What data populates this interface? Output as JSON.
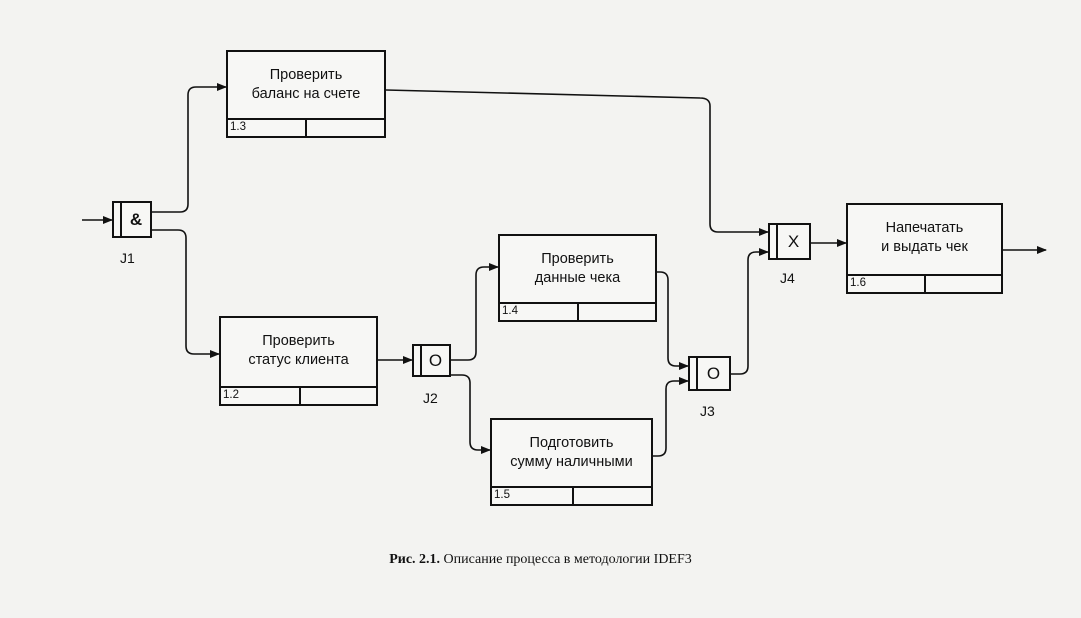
{
  "boxes": [
    {
      "id": "b13",
      "title": "Проверить\nбаланс на счете",
      "number": "1.3"
    },
    {
      "id": "b12",
      "title": "Проверить\nстатус клиента",
      "number": "1.2"
    },
    {
      "id": "b14",
      "title": "Проверить\nданные чека",
      "number": "1.4"
    },
    {
      "id": "b15",
      "title": "Подготовить\nсумму наличными",
      "number": "1.5"
    },
    {
      "id": "b16",
      "title": "Напечатать\nи выдать чек",
      "number": "1.6"
    }
  ],
  "junctions": [
    {
      "id": "j1",
      "symbol": "&",
      "label": "J1"
    },
    {
      "id": "j2",
      "symbol": "O",
      "label": "J2"
    },
    {
      "id": "j3",
      "symbol": "O",
      "label": "J3"
    },
    {
      "id": "j4",
      "symbol": "X",
      "label": "J4"
    }
  ],
  "caption": {
    "bold": "Рис. 2.1.",
    "text": " Описание процесса в методологии IDEF3"
  }
}
